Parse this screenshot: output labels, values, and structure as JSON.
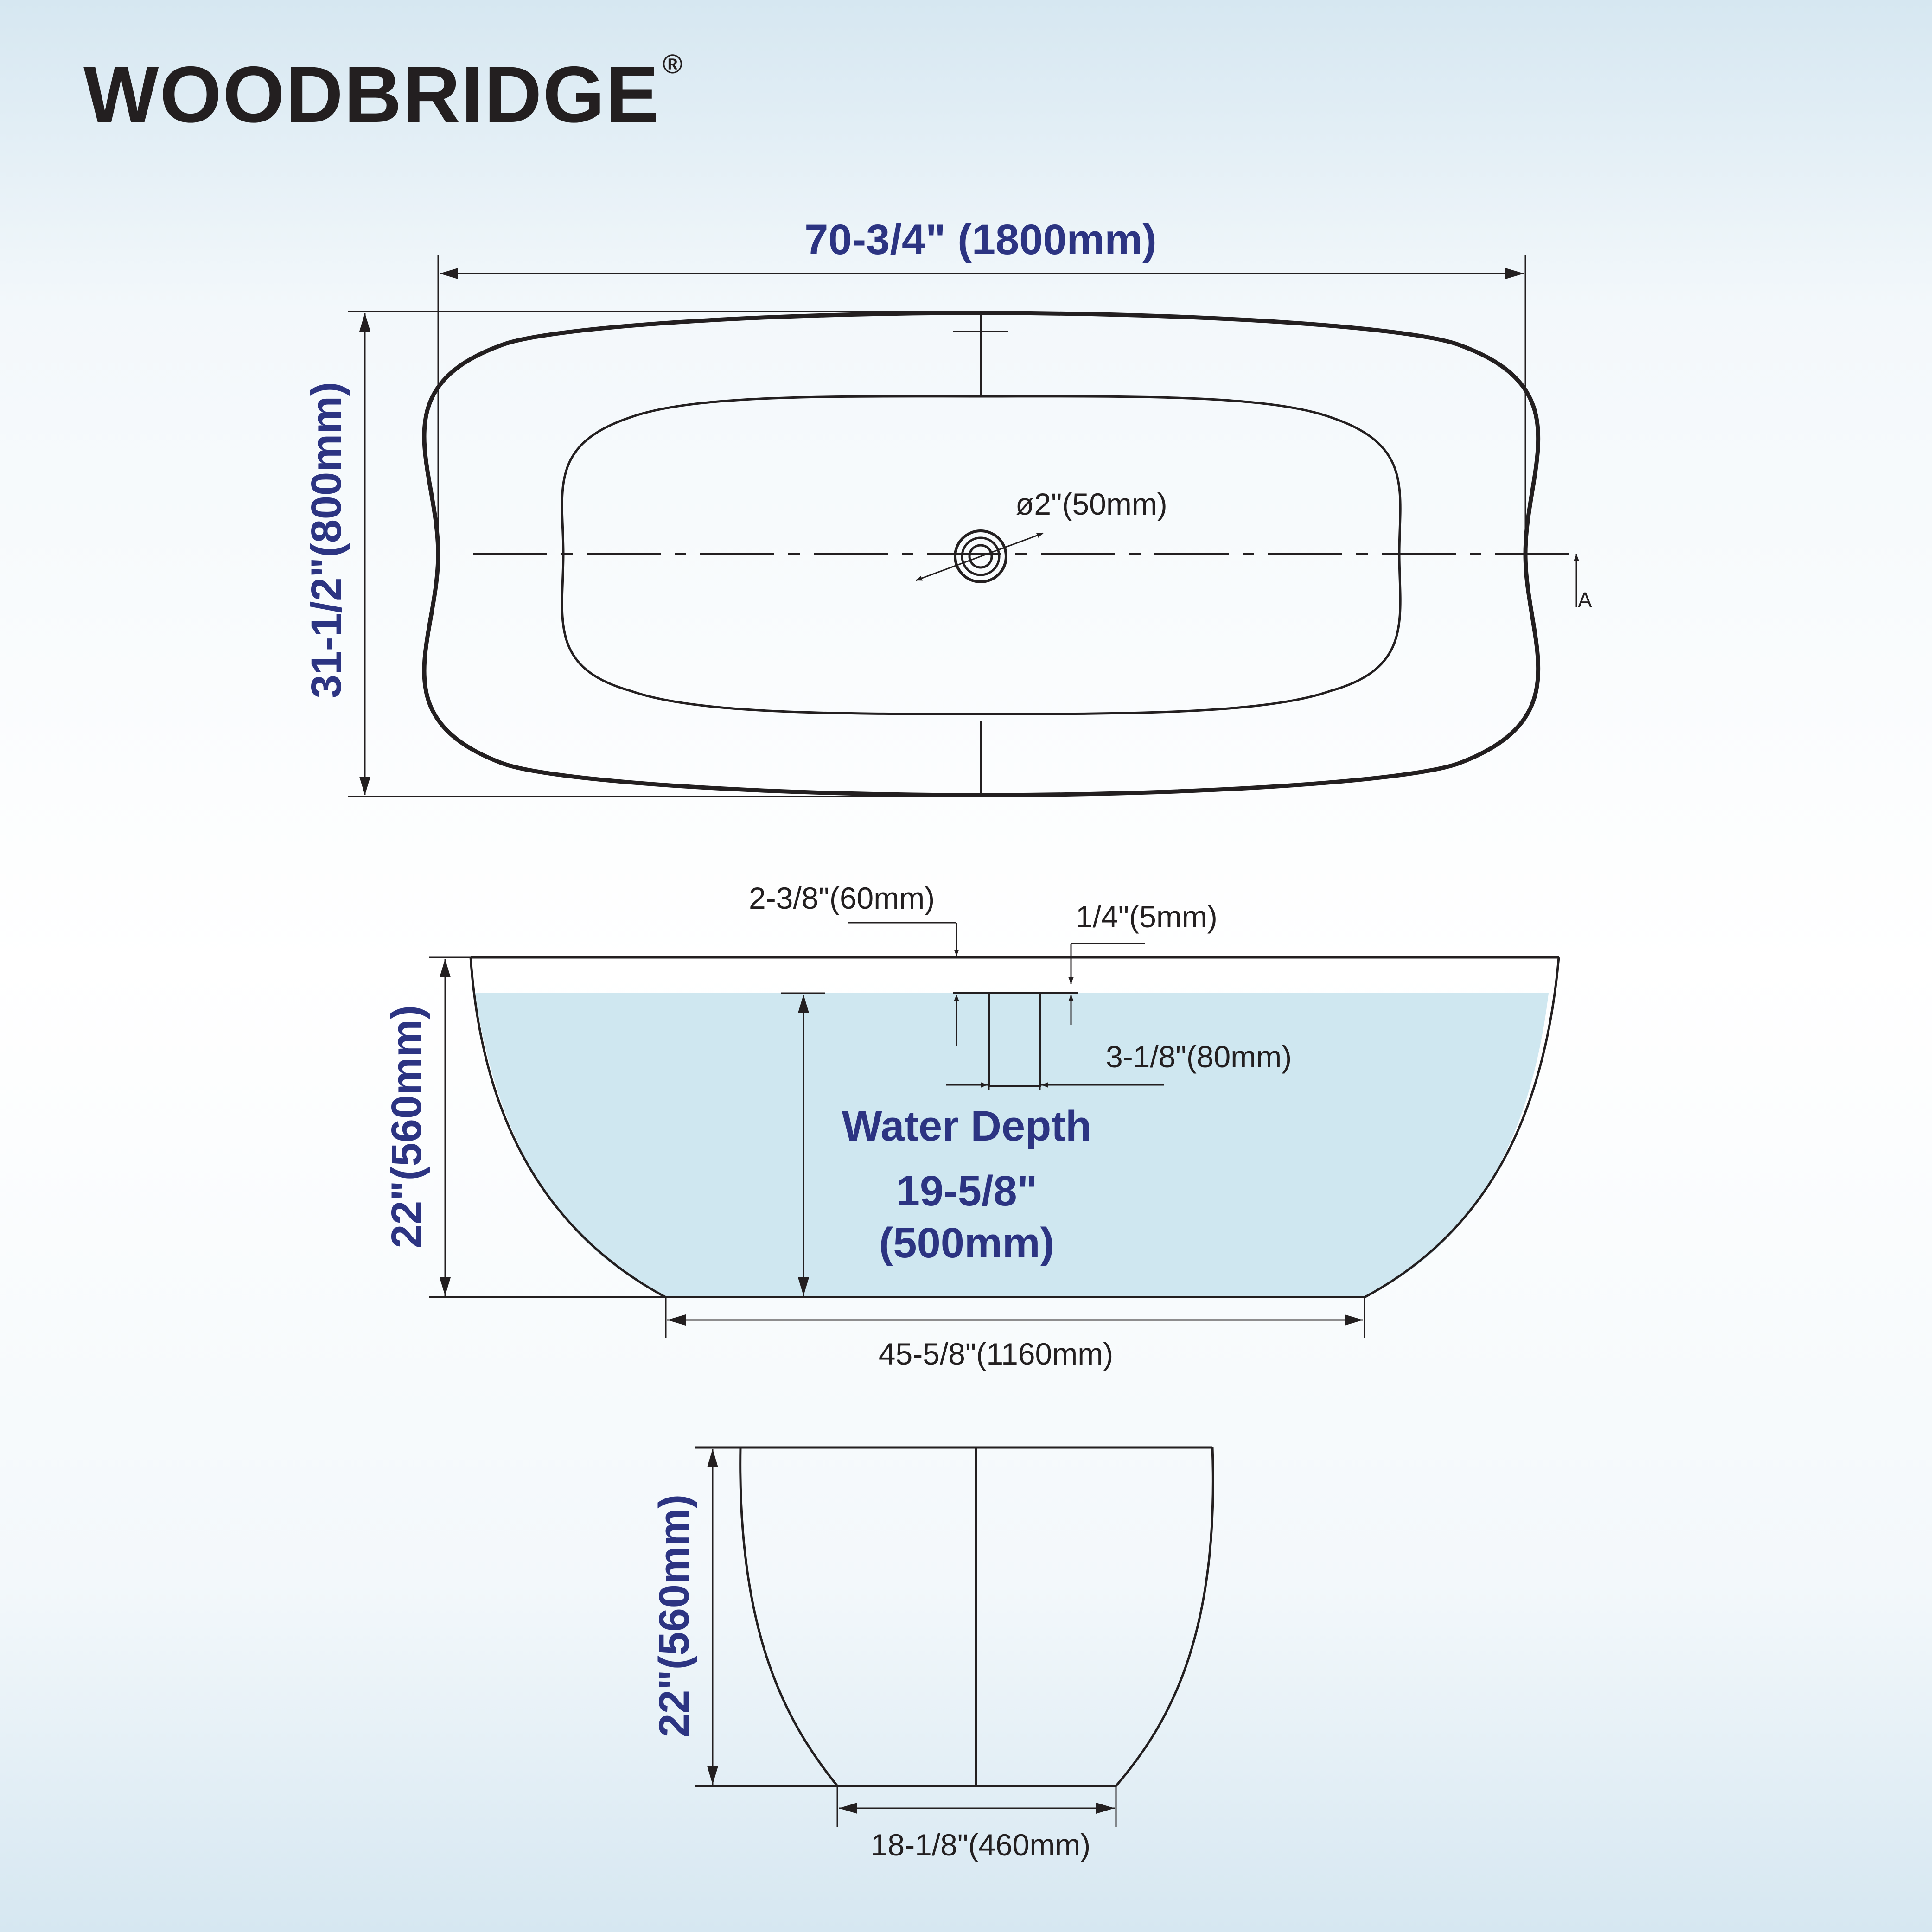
{
  "brand": {
    "name": "WOODBRIDGE",
    "registered": "®"
  },
  "colors": {
    "label_blue": "#2c3482",
    "line_black": "#231f20",
    "water": "#cfe7f0",
    "background_edge": "#d6e7f1"
  },
  "top_view": {
    "length": "70-3/4\" (1800mm)",
    "width": "31-1/2\"(800mm)",
    "drain": "ø2\"(50mm)",
    "section_marker": "A"
  },
  "side_view": {
    "overflow_offset": "2-3/8\"(60mm)",
    "overflow_gap": "1/4\"(5mm)",
    "overflow_width": "3-1/8\"(80mm)",
    "water_depth_title": "Water Depth",
    "water_depth_in": "19-5/8\"",
    "water_depth_mm": "(500mm)",
    "height": "22\"(560mm)",
    "base_length": "45-5/8\"(1160mm)"
  },
  "end_view": {
    "height": "22\"(560mm)",
    "base_width": "18-1/8\"(460mm)"
  }
}
